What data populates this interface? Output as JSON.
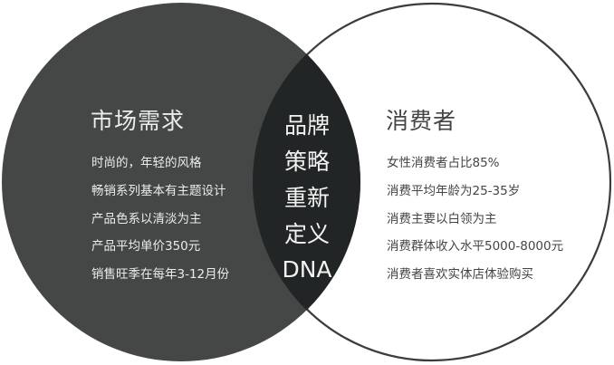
{
  "colors": {
    "left_fill": "#454646",
    "overlap_fill": "#222526",
    "right_fill": "#ffffff",
    "right_stroke": "#3c3c3c",
    "left_text": "#ececec",
    "right_text": "#454545"
  },
  "left": {
    "title": "市场需求",
    "items": [
      "时尚的，年轻的风格",
      "畅销系列基本有主题设计",
      "产品色系以清淡为主",
      "产品平均单价350元",
      "销售旺季在每年3-12月份"
    ]
  },
  "center": {
    "lines": [
      "品牌",
      "策略",
      "重新",
      "定义",
      "DNA"
    ]
  },
  "right": {
    "title": "消费者",
    "items": [
      "女性消费者占比85%",
      "消费平均年龄为25-35岁",
      "消费主要以白领为主",
      "消费群体收入水平5000-8000元",
      "消费者喜欢实体店体验购买"
    ]
  }
}
